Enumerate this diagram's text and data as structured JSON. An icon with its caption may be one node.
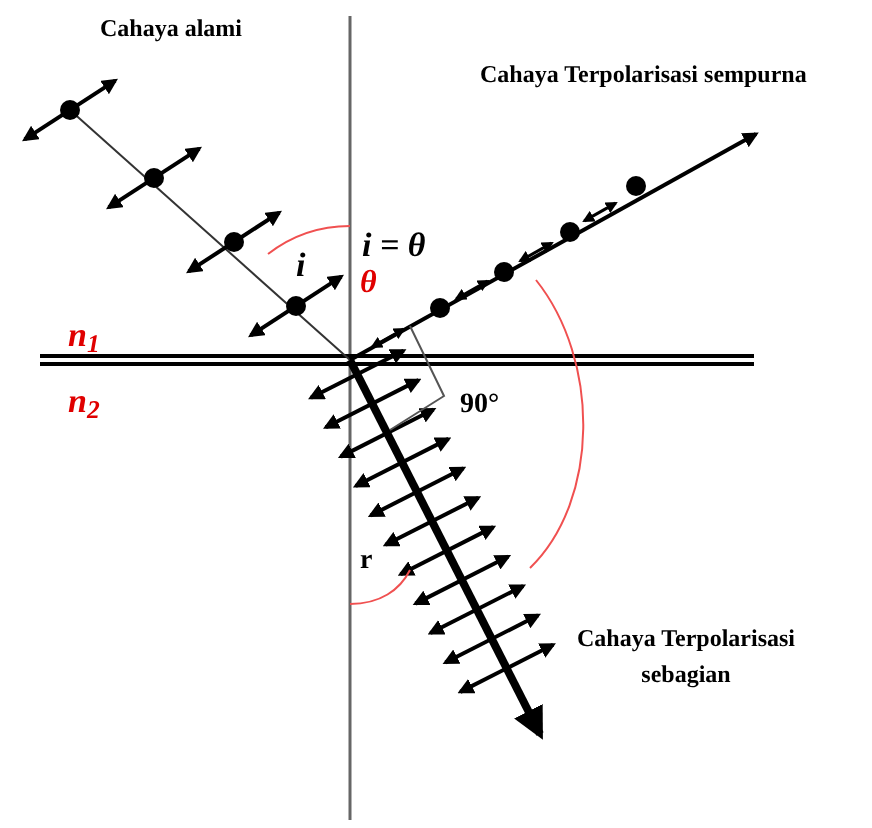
{
  "diagram": {
    "labels": [
      "Cahaya alami",
      "Cahaya Terpolarisasi sempurna",
      "i = θ",
      "i",
      "θ",
      "n$_{1}$",
      "n$_{2}$",
      "90°",
      "r",
      "Cahaya Terpolarisasi sebagian"
    ]
  }
}
